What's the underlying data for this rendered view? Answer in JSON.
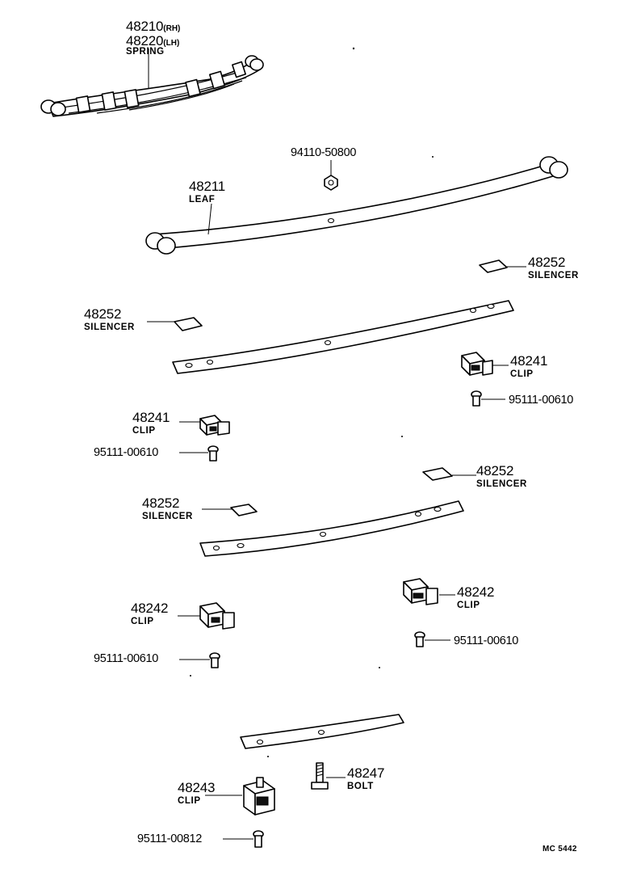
{
  "diagram": {
    "spring_assembly": {
      "number_rh": "48210",
      "suffix_rh": "(RH)",
      "number_lh": "48220",
      "suffix_lh": "(LH)",
      "name": "SPRING"
    },
    "nut": {
      "code": "94110-50800"
    },
    "main_leaf": {
      "number": "48211",
      "name": "LEAF"
    },
    "silencer_1": {
      "number": "48252",
      "name": "SILENCER"
    },
    "silencer_2": {
      "number": "48252",
      "name": "SILENCER"
    },
    "silencer_3": {
      "number": "48252",
      "name": "SILENCER"
    },
    "silencer_4": {
      "number": "48252",
      "name": "SILENCER"
    },
    "clip_1": {
      "number": "48241",
      "name": "CLIP"
    },
    "clip_2": {
      "number": "48241",
      "name": "CLIP"
    },
    "clip_3": {
      "number": "48242",
      "name": "CLIP"
    },
    "clip_4": {
      "number": "48242",
      "name": "CLIP"
    },
    "clip_5": {
      "number": "48243",
      "name": "CLIP"
    },
    "rivet_1": {
      "code": "95111-00610"
    },
    "rivet_2": {
      "code": "95111-00610"
    },
    "rivet_3": {
      "code": "95111-00610"
    },
    "rivet_4": {
      "code": "95111-00610"
    },
    "rivet_5": {
      "code": "95111-00812"
    },
    "bolt": {
      "number": "48247",
      "name": "BOLT"
    },
    "reference": "MC 5442"
  }
}
